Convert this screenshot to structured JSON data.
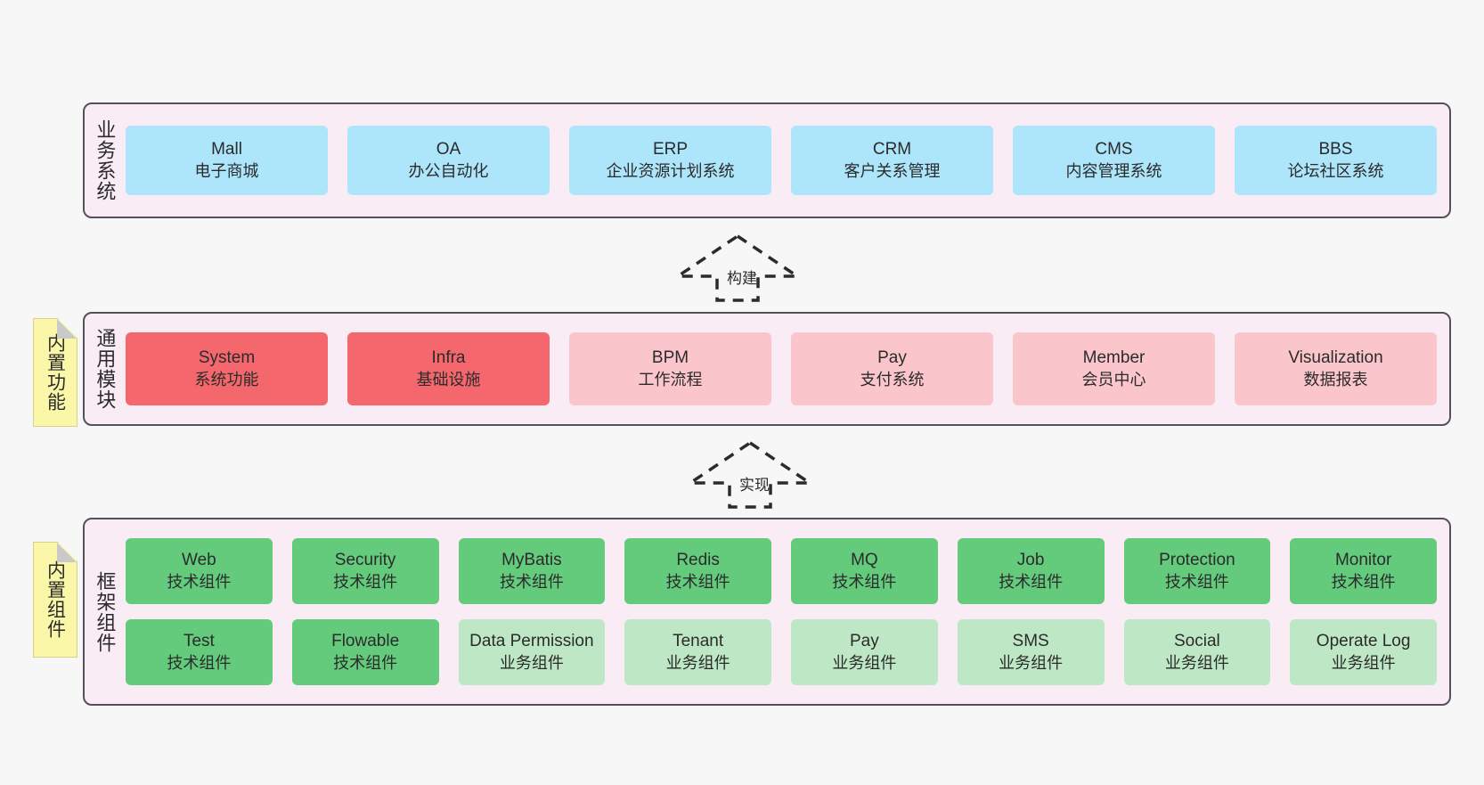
{
  "diagram": {
    "background_color": "#f7f7f7",
    "layer_bg_color": "#f9ecf5",
    "layer_border_color": "#55505a",
    "note_color": "#fbf7a8",
    "colors": {
      "business": "#ade5fb",
      "module_core": "#f4676d",
      "module_plain": "#fbc6cb",
      "component_tech": "#64cb7d",
      "component_biz": "#bee8c5"
    }
  },
  "layers": [
    {
      "id": "business-systems",
      "title": "业务系统",
      "note": null,
      "rows": [
        {
          "cards": [
            {
              "en": "Mall",
              "cn": "电子商城",
              "color": "blue"
            },
            {
              "en": "OA",
              "cn": "办公自动化",
              "color": "blue"
            },
            {
              "en": "ERP",
              "cn": "企业资源计划系统",
              "color": "blue"
            },
            {
              "en": "CRM",
              "cn": "客户关系管理",
              "color": "blue"
            },
            {
              "en": "CMS",
              "cn": "内容管理系统",
              "color": "blue"
            },
            {
              "en": "BBS",
              "cn": "论坛社区系统",
              "color": "blue"
            }
          ]
        }
      ]
    },
    {
      "id": "common-modules",
      "title": "通用模块",
      "note": "内置功能",
      "rows": [
        {
          "cards": [
            {
              "en": "System",
              "cn": "系统功能",
              "color": "red"
            },
            {
              "en": "Infra",
              "cn": "基础设施",
              "color": "red"
            },
            {
              "en": "BPM",
              "cn": "工作流程",
              "color": "pink"
            },
            {
              "en": "Pay",
              "cn": "支付系统",
              "color": "pink"
            },
            {
              "en": "Member",
              "cn": "会员中心",
              "color": "pink"
            },
            {
              "en": "Visualization",
              "cn": "数据报表",
              "color": "pink"
            }
          ]
        }
      ]
    },
    {
      "id": "framework-components",
      "title": "框架组件",
      "note": "内置组件",
      "rows": [
        {
          "cards": [
            {
              "en": "Web",
              "cn": "技术组件",
              "color": "green"
            },
            {
              "en": "Security",
              "cn": "技术组件",
              "color": "green"
            },
            {
              "en": "MyBatis",
              "cn": "技术组件",
              "color": "green"
            },
            {
              "en": "Redis",
              "cn": "技术组件",
              "color": "green"
            },
            {
              "en": "MQ",
              "cn": "技术组件",
              "color": "green"
            },
            {
              "en": "Job",
              "cn": "技术组件",
              "color": "green"
            },
            {
              "en": "Protection",
              "cn": "技术组件",
              "color": "green"
            },
            {
              "en": "Monitor",
              "cn": "技术组件",
              "color": "green"
            }
          ]
        },
        {
          "cards": [
            {
              "en": "Test",
              "cn": "技术组件",
              "color": "green"
            },
            {
              "en": "Flowable",
              "cn": "技术组件",
              "color": "green"
            },
            {
              "en": "Data Permission",
              "cn": "业务组件",
              "color": "lightgreen"
            },
            {
              "en": "Tenant",
              "cn": "业务组件",
              "color": "lightgreen"
            },
            {
              "en": "Pay",
              "cn": "业务组件",
              "color": "lightgreen"
            },
            {
              "en": "SMS",
              "cn": "业务组件",
              "color": "lightgreen"
            },
            {
              "en": "Social",
              "cn": "业务组件",
              "color": "lightgreen"
            },
            {
              "en": "Operate Log",
              "cn": "业务组件",
              "color": "lightgreen"
            }
          ]
        }
      ]
    }
  ],
  "arrows": [
    {
      "id": "build-arrow",
      "label": "构建",
      "style": "dashed-generalization",
      "direction": "up"
    },
    {
      "id": "implement-arrow",
      "label": "实现",
      "style": "dashed-generalization",
      "direction": "up"
    }
  ]
}
